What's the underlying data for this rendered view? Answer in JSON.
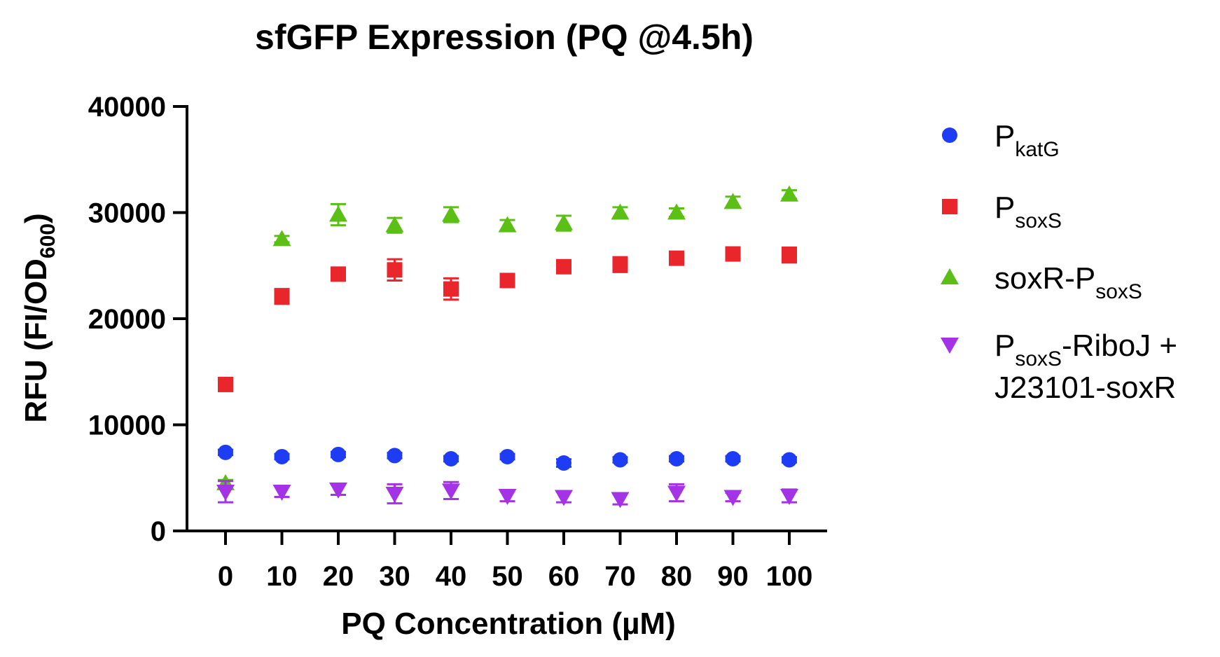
{
  "chart_data": {
    "type": "scatter",
    "title": "sfGFP Expression (PQ @4.5h)",
    "xlabel": "PQ Concentration (µM)",
    "ylabel": {
      "main": "RFU (FI/OD",
      "sub": "600",
      "tail": ")"
    },
    "x": [
      0,
      10,
      20,
      30,
      40,
      50,
      60,
      70,
      80,
      90,
      100
    ],
    "x_ticks": [
      "0",
      "10",
      "20",
      "30",
      "40",
      "50",
      "60",
      "70",
      "80",
      "90",
      "100"
    ],
    "y_ticks": [
      "0",
      "10000",
      "20000",
      "30000",
      "40000"
    ],
    "ylim": [
      0,
      40000
    ],
    "grid": false,
    "legend_position": "right",
    "series": [
      {
        "label": {
          "main": "P",
          "sub": "katG",
          "tail": ""
        },
        "label_line2": "",
        "marker": "circle",
        "color": "#1f3cf5",
        "values": [
          7400,
          7000,
          7200,
          7100,
          6800,
          7000,
          6400,
          6700,
          6800,
          6800,
          6700
        ],
        "errors": [
          250,
          250,
          250,
          250,
          250,
          250,
          350,
          250,
          250,
          250,
          250
        ]
      },
      {
        "label": {
          "main": "P",
          "sub": "soxS",
          "tail": ""
        },
        "label_line2": "",
        "marker": "square",
        "color": "#e8262b",
        "values": [
          13800,
          22100,
          24200,
          24600,
          22800,
          23600,
          24900,
          25100,
          25700,
          26100,
          26000
        ],
        "errors": [
          400,
          700,
          500,
          1000,
          1000,
          600,
          500,
          700,
          500,
          500,
          700
        ]
      },
      {
        "label": {
          "main": "soxR-P",
          "sub": "soxS",
          "tail": ""
        },
        "label_line2": "",
        "marker": "triangle-up",
        "color": "#5bbf15",
        "values": [
          4500,
          27500,
          29800,
          28800,
          29800,
          28800,
          29000,
          30000,
          30000,
          31000,
          31700
        ],
        "errors": [
          300,
          300,
          1000,
          700,
          700,
          500,
          700,
          500,
          400,
          500,
          400
        ]
      },
      {
        "label": {
          "main": "P",
          "sub": "soxS",
          "tail": "-RiboJ +"
        },
        "label_line2": "J23101-soxR",
        "marker": "triangle-down",
        "color": "#a433e6",
        "values": [
          3700,
          3700,
          3900,
          3500,
          3800,
          3300,
          3200,
          3000,
          3600,
          3200,
          3300
        ],
        "errors": [
          1000,
          500,
          500,
          900,
          800,
          500,
          500,
          500,
          800,
          400,
          600
        ]
      }
    ]
  }
}
